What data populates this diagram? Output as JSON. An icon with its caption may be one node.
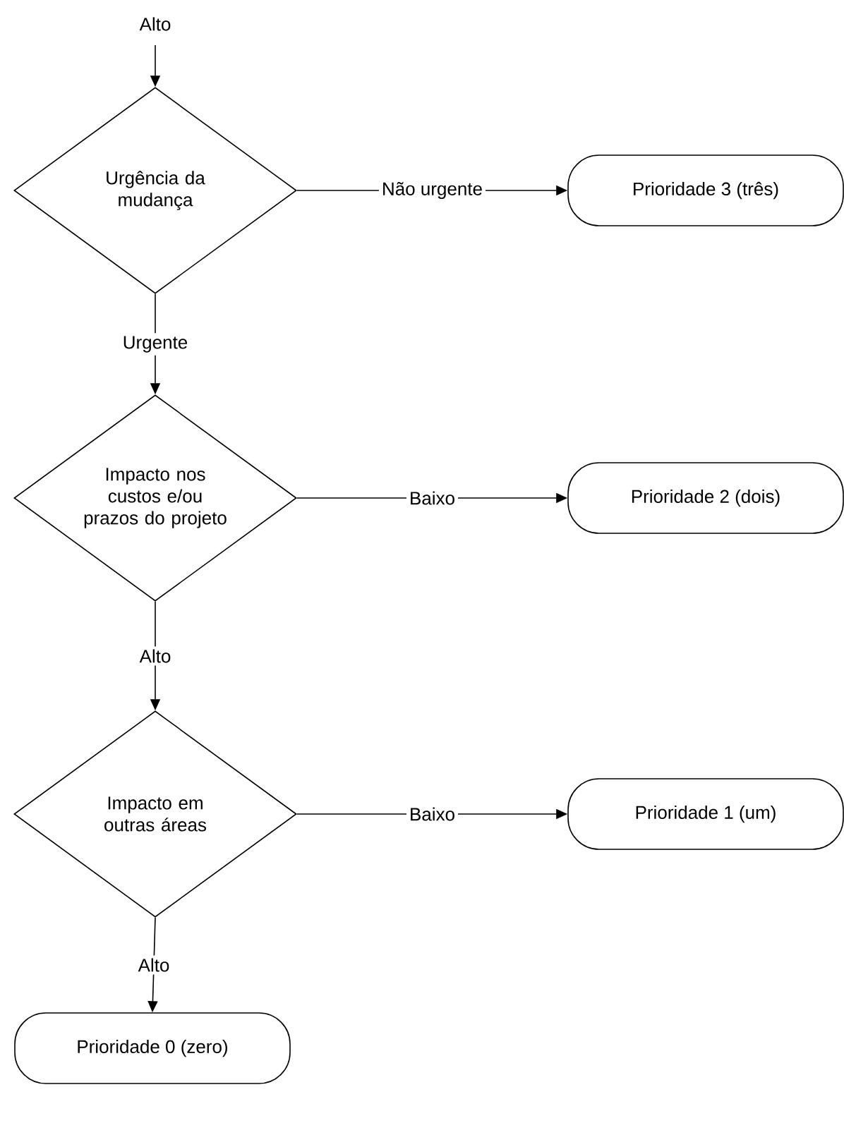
{
  "diagram": {
    "nodes": [
      {
        "text": [
          "Urgência da mudança"
        ]
      },
      {
        "text": [
          "Prioridade 3 (três)"
        ]
      },
      {
        "text": [
          "Impacto nos custos e/ou prazos do projeto"
        ]
      },
      {
        "text": [
          "Prioridade 2 (dois)"
        ]
      },
      {
        "text": [
          "Impacto em outras áreas"
        ]
      },
      {
        "text": [
          "Prioridade 1 (um)"
        ]
      },
      {
        "text": [
          "Prioridade 0 (zero)"
        ]
      }
    ],
    "edges": [
      {
        "from": null,
        "to": 0,
        "arrow": "to",
        "label": "Alto"
      },
      {
        "from": 0,
        "to": 1,
        "arrow": "to",
        "label": "Não urgente"
      },
      {
        "from": 0,
        "to": 2,
        "arrow": "to",
        "label": "Urgente"
      },
      {
        "from": 2,
        "to": 3,
        "arrow": "to",
        "label": "Baixo"
      },
      {
        "from": 2,
        "to": 4,
        "arrow": "to",
        "label": "Alto"
      },
      {
        "from": 4,
        "to": 5,
        "arrow": "to",
        "label": "Baixo"
      },
      {
        "from": 4,
        "to": 6,
        "arrow": "to",
        "label": "Alto"
      }
    ]
  }
}
